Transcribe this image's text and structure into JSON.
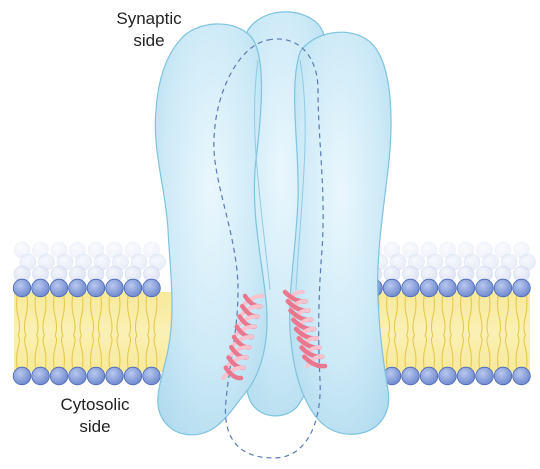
{
  "labels": {
    "synaptic_line1": "Synaptic",
    "synaptic_line2": "side",
    "cytosolic_line1": "Cytosolic",
    "cytosolic_line2": "side"
  },
  "colors": {
    "protein_fill": "#c9e9f7",
    "protein_stroke": "#7ec3df",
    "helix": "#e9788f",
    "helix_light": "#f7c3cf",
    "lipid_head": "#7d98d6",
    "lipid_head_stroke": "#4a67b0",
    "lipid_tail": "#f2de73",
    "pore_outline": "#5a79b8"
  },
  "icons": {
    "protein": "ion-channel-subunits",
    "membrane": "lipid-bilayer",
    "helix": "transmembrane-alpha-helix"
  }
}
